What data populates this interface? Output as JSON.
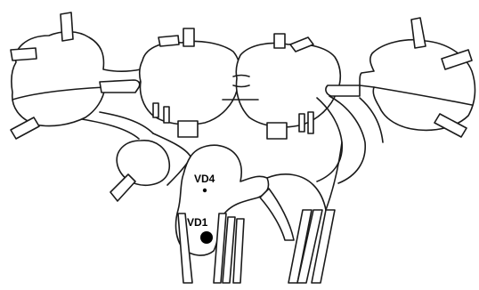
{
  "figure": {
    "background": "#ffffff",
    "line_color": "#1a1a1a",
    "markers": [
      {
        "label": "VD4",
        "marker_color": "#000000",
        "marker_size": "small"
      },
      {
        "label": "VD1",
        "marker_color": "#000000",
        "marker_size": "large"
      }
    ]
  }
}
